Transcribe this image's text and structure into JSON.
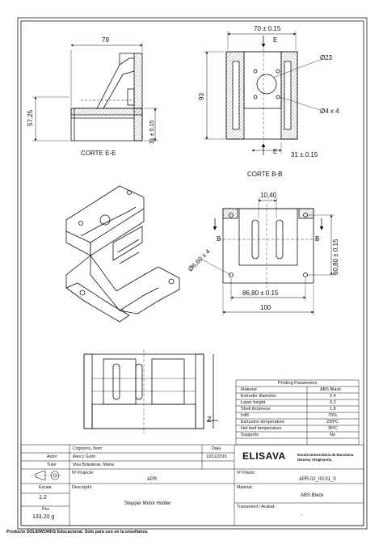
{
  "sections": {
    "corte_ee": "CORTE E-E",
    "corte_bb": "CORTE B-B"
  },
  "dims": {
    "d79": "79",
    "d57_25": "57,25",
    "d31_left": "31 ± 0.15",
    "d70": "70 ± 0.15",
    "d93": "93",
    "d23": "Ø23",
    "d4x4": "Ø4 x 4",
    "d31_right": "31 ± 0.15",
    "e_top": "E",
    "e_bottom": "E",
    "d10_40": "10,40",
    "d6_60x4": "Ø6,60 x 4",
    "d60_80": "60,80 ± 0.15",
    "d86_80": "86,80 ± 0.15",
    "d100": "100",
    "b_left": "B",
    "b_right": "B",
    "z": "Z"
  },
  "printing_parameters": {
    "title": "Printing Parameters",
    "rows": [
      {
        "param": "Material",
        "value": "ABS Black"
      },
      {
        "param": "Extruder diameter",
        "value": "0.4"
      },
      {
        "param": "Layer height",
        "value": "0.2"
      },
      {
        "param": "Shell thickness",
        "value": "1.8"
      },
      {
        "param": "Infill",
        "value": "70%"
      },
      {
        "param": "Extrusion temperature",
        "value": "230ºC"
      },
      {
        "param": "Hot bed temperature",
        "value": "95ºC"
      },
      {
        "param": "Supports",
        "value": "No"
      }
    ]
  },
  "title_block": {
    "names_header": "Cognoms, Nom",
    "date_header": "Data",
    "author_label": "Autor",
    "author_value": "Alex y Guim",
    "author_date": "19/11/2016",
    "tutor_label": "Tutor",
    "tutor_value": "Visa Boladeras, María",
    "brand": "ELISAVA",
    "school_line1": "Escola Universitària de Barcelona",
    "school_line2": "Disseny i Enginyeria",
    "project_label": "Nº Projecte:",
    "project_value": "APR",
    "plan_label": "Nº Plànol:",
    "plan_value": "APR.02_00.01_0",
    "scale_label": "Escala",
    "scale_value": "1:2",
    "description_label": "Descripció:",
    "description_value": "Stepper Motor Holder",
    "material_label": "Material:",
    "material_value": "ABS Black",
    "weight_label": "Pes",
    "weight_value": "133.20 g",
    "treatment_label": "Tractament / Acabat:",
    "treatment_value": "-"
  },
  "footer": "Producto SOLIDWORKS Educacional. Solo para uso en la enseñanza."
}
